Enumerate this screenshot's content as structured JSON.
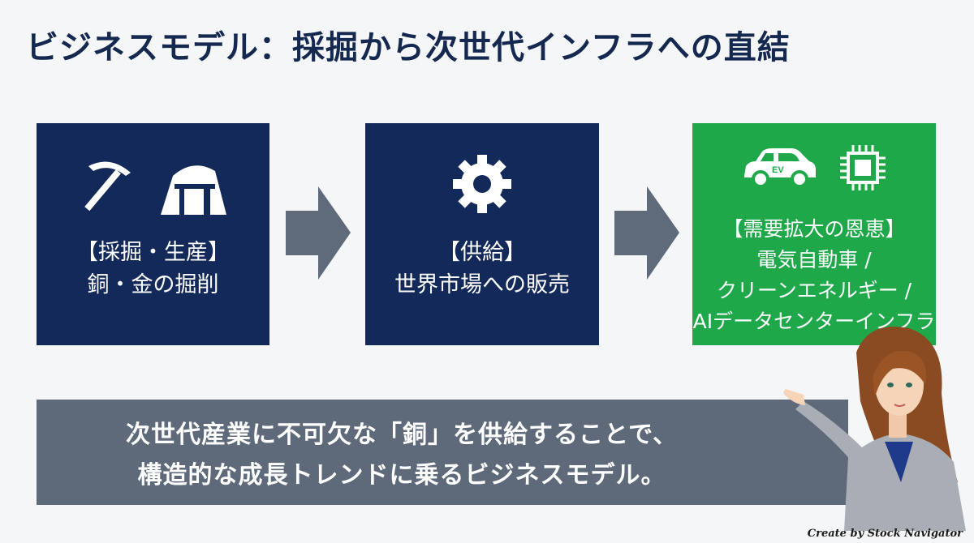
{
  "title": "ビジネスモデル：採掘から次世代インフラへの直結",
  "steps": [
    {
      "heading": "【採掘・生産】",
      "line1": "銅・金の掘削",
      "icons": [
        "pickaxe-icon",
        "mine-entrance-icon"
      ]
    },
    {
      "heading": "【供給】",
      "line1": "世界市場への販売",
      "icons": [
        "gear-icon"
      ]
    },
    {
      "heading": "【需要拡大の恩恵】",
      "line1": "電気自動車 /",
      "line2": "クリーンエネルギー /",
      "line3": "AIデータセンターインフラ",
      "ev_badge": "EV",
      "icons": [
        "ev-car-icon",
        "chip-icon"
      ]
    }
  ],
  "banner": {
    "line1": "次世代産業に不可欠な「銅」を供給することで、",
    "line2": "構造的な成長トレンドに乗るビジネスモデル。"
  },
  "credit": "Create by Stock Navigator",
  "colors": {
    "navy": "#13295a",
    "green": "#1fa84a",
    "banner": "#5e6a7a",
    "arrow": "#5f6b7b",
    "title": "#15284f"
  }
}
